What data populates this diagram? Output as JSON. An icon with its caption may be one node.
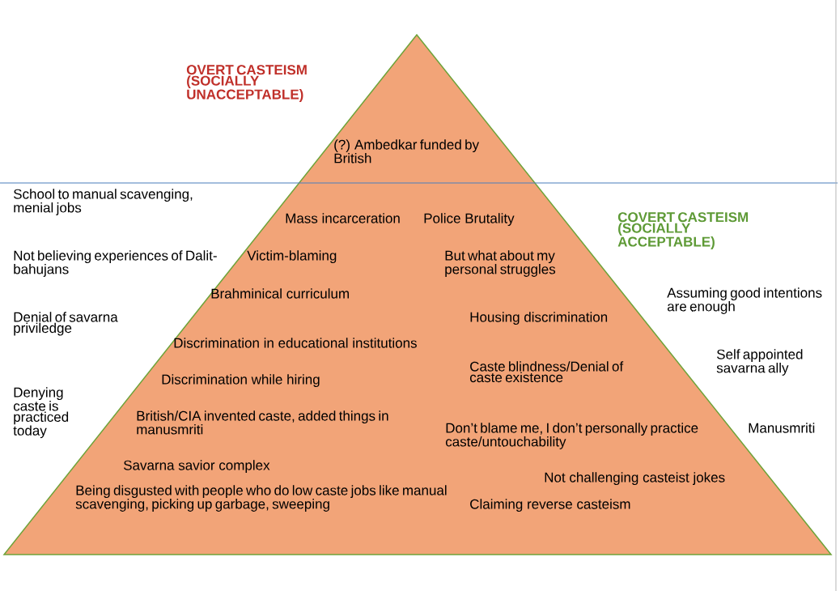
{
  "diagram": {
    "labels": [
      "OVERT CASTEISM (SOCIALLY UNACCEPTABLE)",
      "(?) Ambedkar funded by British",
      "School to manual scavenging, menial jobs",
      "Mass incarceration",
      "Police Brutality",
      "COVERT CASTEISM (SOCIALLY ACCEPTABLE)",
      "Not believing experiences of Dalit-bahujans",
      "Victim-blaming",
      "But what about my personal struggles",
      "Assuming good intentions are enough",
      "Brahminical curriculum",
      "Denial of savarna priviledge",
      "Housing discrimination",
      "Discrimination in educational institutions",
      "Self appointed savarna ally",
      "Caste blindness/Denial of caste existence",
      "Discrimination while hiring",
      "Denying caste is practiced today",
      "British/CIA invented caste, added things in manusmriti",
      "Don’t blame me, I don’t personally practice caste/untouchability",
      "Manusmriti",
      "Savarna savior complex",
      "Not challenging casteist jokes",
      "Being disgusted with people who do low caste jobs like manual scavenging, picking up garbage, sweeping",
      "Claiming reverse casteism"
    ]
  }
}
